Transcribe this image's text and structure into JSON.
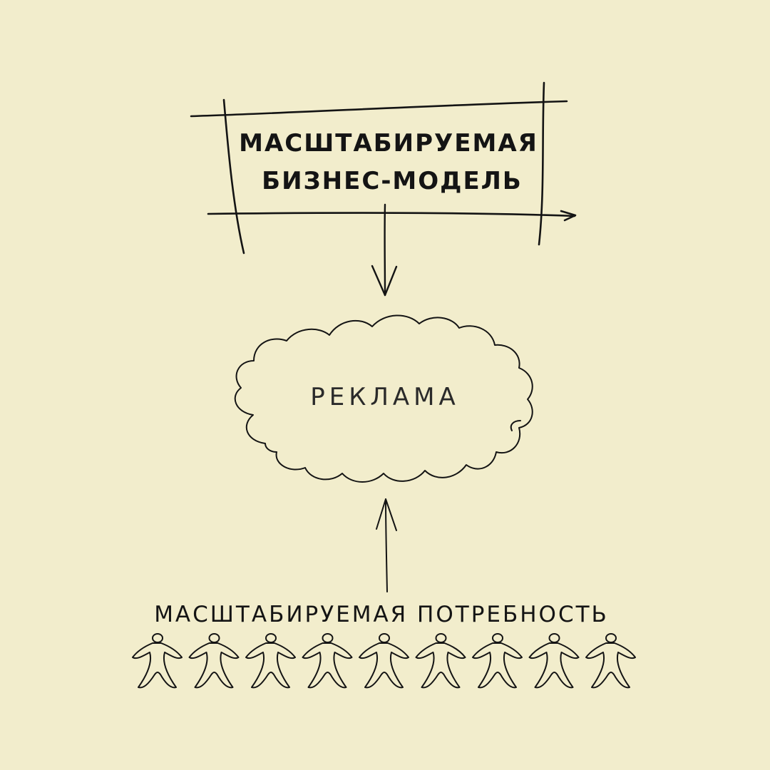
{
  "diagram": {
    "box": {
      "line1": "МАСШТАБИРУЕМАЯ",
      "line2": "БИЗНЕС-МОДЕЛЬ"
    },
    "cloud": {
      "label": "РЕКЛАМА"
    },
    "need": {
      "label": "МАСШТАБИРУЕМАЯ ПОТРЕБНОСТЬ"
    },
    "people": {
      "count": 9
    },
    "colors": {
      "background": "#f2edcc",
      "ink": "#141414"
    }
  }
}
